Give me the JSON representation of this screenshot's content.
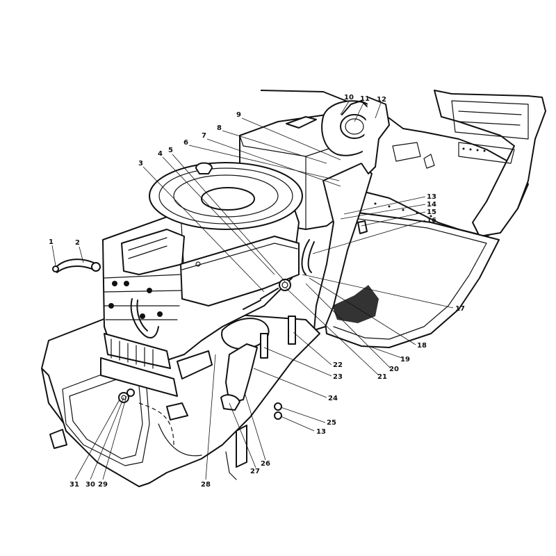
{
  "callouts": [
    {
      "id": "c1",
      "label": "1"
    },
    {
      "id": "c2",
      "label": "2"
    },
    {
      "id": "c3",
      "label": "3"
    },
    {
      "id": "c4",
      "label": "4"
    },
    {
      "id": "c5",
      "label": "5"
    },
    {
      "id": "c6",
      "label": "6"
    },
    {
      "id": "c7",
      "label": "7"
    },
    {
      "id": "c8",
      "label": "8"
    },
    {
      "id": "c9",
      "label": "9"
    },
    {
      "id": "c10",
      "label": "10"
    },
    {
      "id": "c11",
      "label": "11"
    },
    {
      "id": "c12",
      "label": "12"
    },
    {
      "id": "c13a",
      "label": "13"
    },
    {
      "id": "c14",
      "label": "14"
    },
    {
      "id": "c15",
      "label": "15"
    },
    {
      "id": "c16",
      "label": "16"
    },
    {
      "id": "c17",
      "label": "17"
    },
    {
      "id": "c18",
      "label": "18"
    },
    {
      "id": "c19",
      "label": "19"
    },
    {
      "id": "c20",
      "label": "20"
    },
    {
      "id": "c21",
      "label": "21"
    },
    {
      "id": "c22",
      "label": "22"
    },
    {
      "id": "c23",
      "label": "23"
    },
    {
      "id": "c24",
      "label": "24"
    },
    {
      "id": "c25",
      "label": "25"
    },
    {
      "id": "c13b",
      "label": "13"
    },
    {
      "id": "c26",
      "label": "26"
    },
    {
      "id": "c27",
      "label": "27"
    },
    {
      "id": "c28",
      "label": "28"
    },
    {
      "id": "c29",
      "label": "29"
    },
    {
      "id": "c30",
      "label": "30"
    },
    {
      "id": "c31",
      "label": "31"
    }
  ]
}
